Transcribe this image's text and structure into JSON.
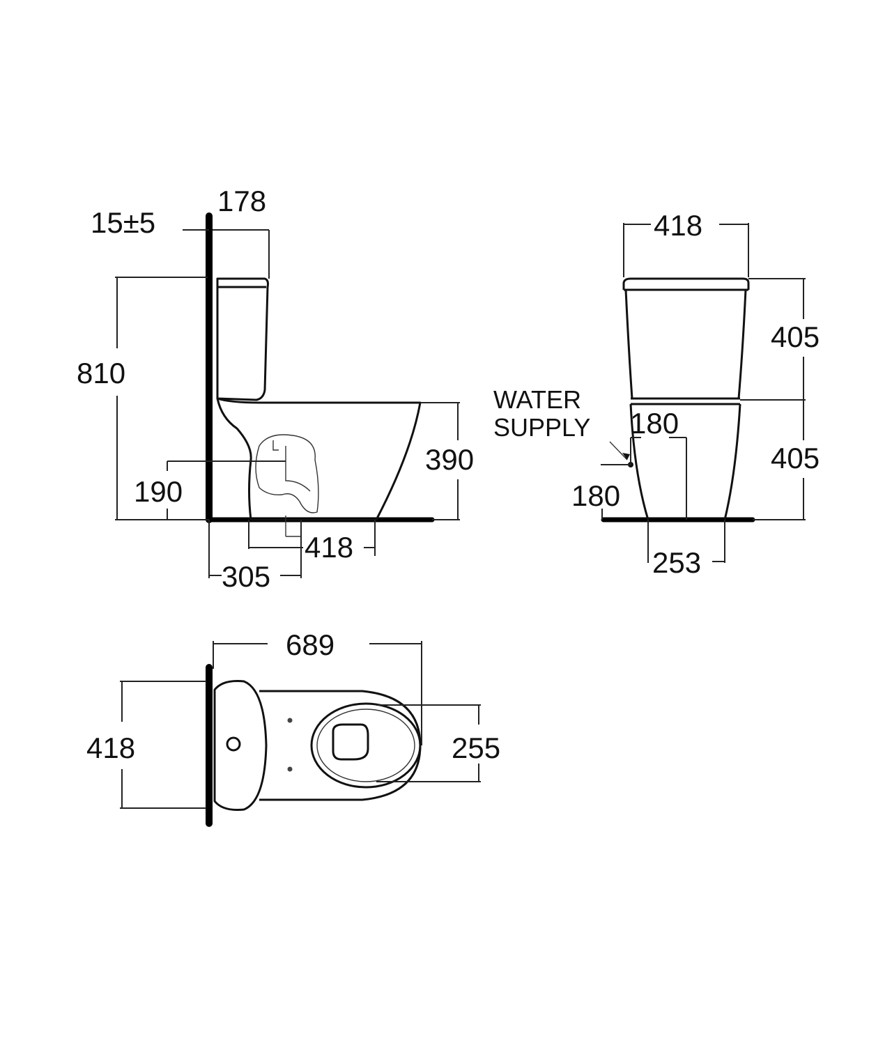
{
  "side_view": {
    "wall_gap": "15±5",
    "tank_depth": "178",
    "total_height": "810",
    "bowl_height": "390",
    "inlet_height": "190",
    "base_length": "418",
    "outlet_distance": "305"
  },
  "front_view": {
    "top_width": "418",
    "tank_height": "405",
    "bowl_height": "405",
    "water_supply_line1": "WATER",
    "water_supply_line2": "SUPPLY",
    "supply_offset": "180",
    "supply_height": "180",
    "base_width": "253"
  },
  "top_view": {
    "overall_length": "689",
    "overall_width": "418",
    "bowl_width": "255"
  }
}
